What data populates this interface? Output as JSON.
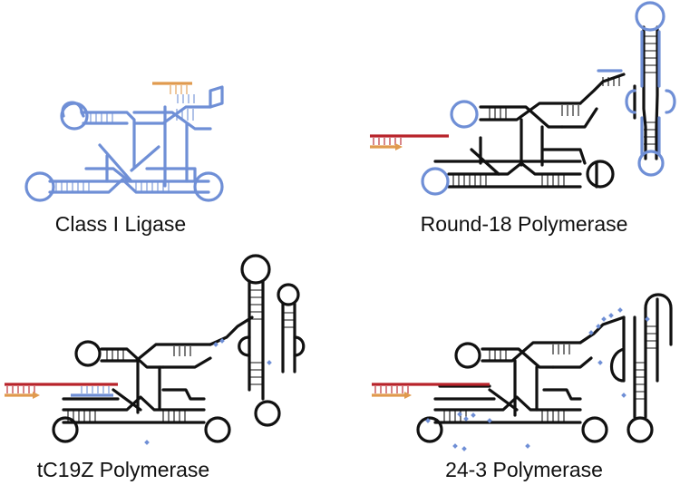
{
  "panels": [
    {
      "id": "class-i-ligase",
      "caption": "Class I Ligase"
    },
    {
      "id": "round-18-polymerase",
      "caption": "Round-18 Polymerase"
    },
    {
      "id": "tc19z-polymerase",
      "caption": "tC19Z Polymerase"
    },
    {
      "id": "24-3-polymerase",
      "caption": "24-3 Polymerase"
    }
  ],
  "colors": {
    "ligase_strand": "#6f8fd6",
    "polymerase_strand": "#111111",
    "primer": "#e09a4e",
    "template": "#b8232a",
    "mutation_marker": "#6f8fd6"
  }
}
